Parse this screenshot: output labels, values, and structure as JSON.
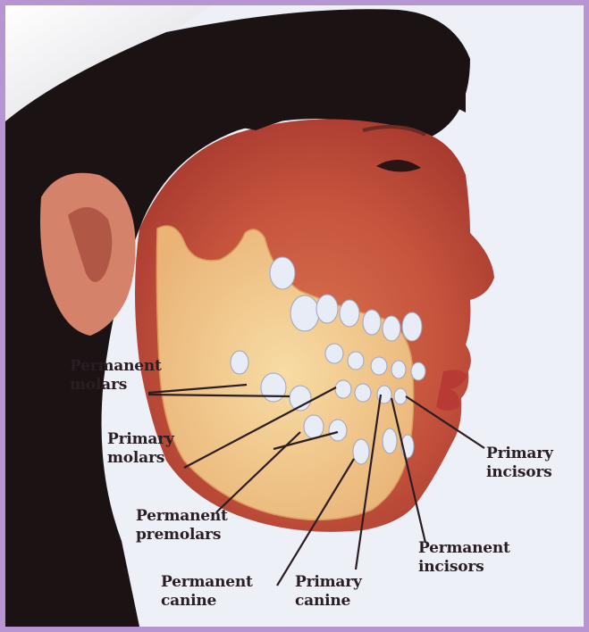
{
  "labels": {
    "permanent_molars": [
      "Permanent",
      "molars"
    ],
    "primary_molars": [
      "Primary",
      "molars"
    ],
    "permanent_premolars": [
      "Permanent",
      "premolars"
    ],
    "permanent_canine": [
      "Permanent",
      "canine"
    ],
    "primary_canine": [
      "Primary",
      "canine"
    ],
    "permanent_incisors": [
      "Permanent",
      "incisors"
    ],
    "primary_incisors": [
      "Primary",
      "incisors"
    ]
  },
  "colors": {
    "frame": "#b795d3",
    "background": "#eef0f7",
    "hair": "#1b1214",
    "skin": "#c9583f",
    "jaw_bone": "#f2c98a",
    "tooth": "#e8ecf6",
    "leader_line": "#2a1e24"
  }
}
